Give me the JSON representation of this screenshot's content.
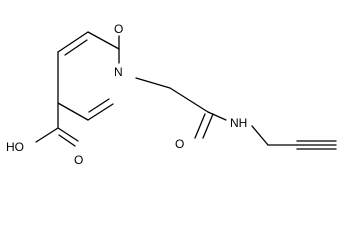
{
  "molecule": {
    "labels": {
      "ring_oxygen": "O",
      "ring_nitrogen": "N",
      "acid_hydroxyl": "HO",
      "acid_oxygen": "O",
      "amide_oxygen": "O",
      "amide_nh": "NH"
    },
    "colors": {
      "bond": "#000000",
      "label": "#000000",
      "background": "#ffffff"
    }
  }
}
